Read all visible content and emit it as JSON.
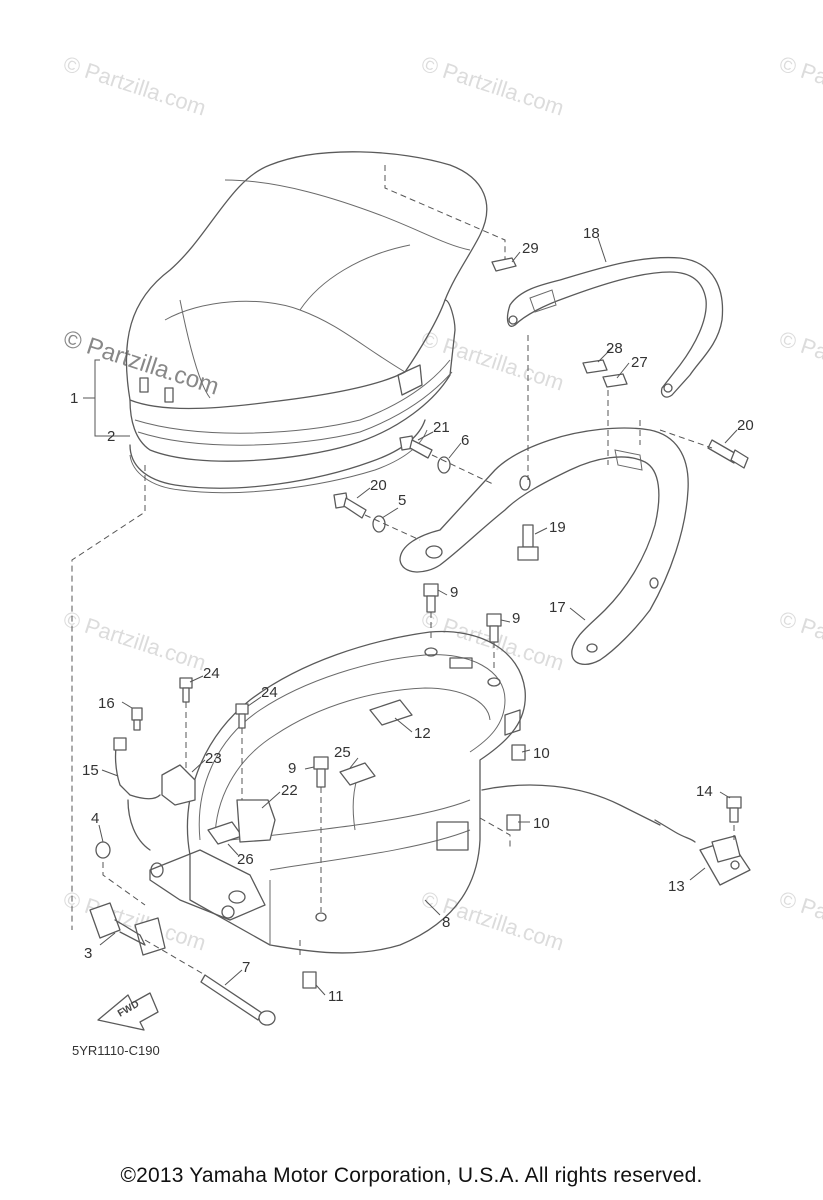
{
  "watermark": {
    "text": "© Partzilla.com"
  },
  "diagram_code": "5YR1110-C190",
  "fwd_label": "FWD",
  "copyright": "©2013  Yamaha Motor Corporation, U.S.A. All rights reserved.",
  "callouts": [
    {
      "key": "p1",
      "text": "1"
    },
    {
      "key": "p2",
      "text": "2"
    },
    {
      "key": "p3",
      "text": "3"
    },
    {
      "key": "p4",
      "text": "4"
    },
    {
      "key": "p5",
      "text": "5"
    },
    {
      "key": "p6",
      "text": "6"
    },
    {
      "key": "p7",
      "text": "7"
    },
    {
      "key": "p8",
      "text": "8"
    },
    {
      "key": "p9a",
      "text": "9"
    },
    {
      "key": "p9b",
      "text": "9"
    },
    {
      "key": "p9c",
      "text": "9"
    },
    {
      "key": "p10a",
      "text": "10"
    },
    {
      "key": "p10b",
      "text": "10"
    },
    {
      "key": "p11",
      "text": "11"
    },
    {
      "key": "p12",
      "text": "12"
    },
    {
      "key": "p13",
      "text": "13"
    },
    {
      "key": "p14",
      "text": "14"
    },
    {
      "key": "p15",
      "text": "15"
    },
    {
      "key": "p16",
      "text": "16"
    },
    {
      "key": "p17",
      "text": "17"
    },
    {
      "key": "p18",
      "text": "18"
    },
    {
      "key": "p19",
      "text": "19"
    },
    {
      "key": "p20a",
      "text": "20"
    },
    {
      "key": "p20b",
      "text": "20"
    },
    {
      "key": "p21",
      "text": "21"
    },
    {
      "key": "p22",
      "text": "22"
    },
    {
      "key": "p23",
      "text": "23"
    },
    {
      "key": "p24a",
      "text": "24"
    },
    {
      "key": "p24b",
      "text": "24"
    },
    {
      "key": "p25",
      "text": "25"
    },
    {
      "key": "p26",
      "text": "26"
    },
    {
      "key": "p27",
      "text": "27"
    },
    {
      "key": "p28",
      "text": "28"
    },
    {
      "key": "p29",
      "text": "29"
    }
  ]
}
